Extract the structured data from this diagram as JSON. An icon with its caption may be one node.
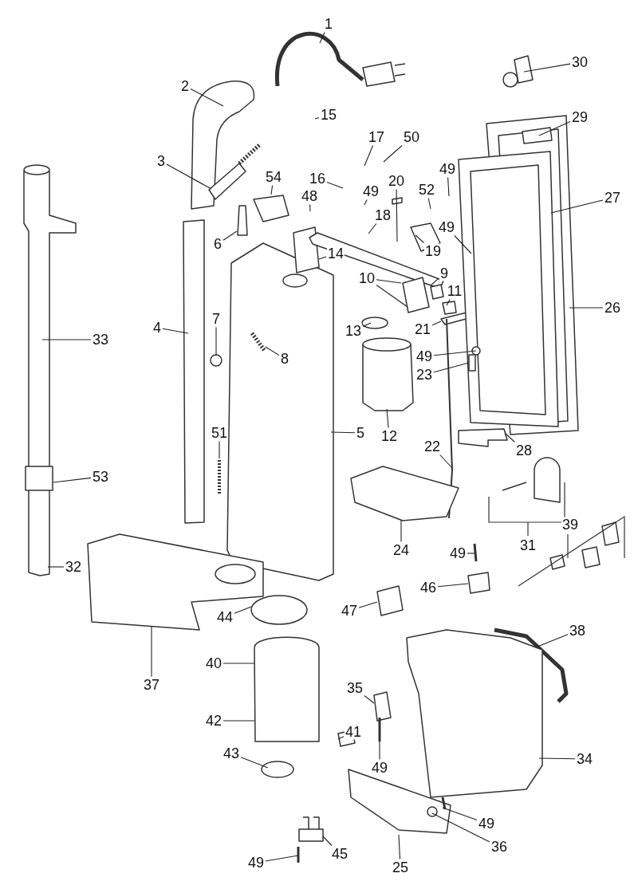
{
  "diagram": {
    "nodes": [
      {
        "text": [
          "1"
        ]
      },
      {
        "text": [
          "30"
        ]
      },
      {
        "text": [
          "2"
        ]
      },
      {
        "text": [
          "29"
        ]
      },
      {
        "text": [
          "15"
        ]
      },
      {
        "text": [
          "17"
        ]
      },
      {
        "text": [
          "50"
        ]
      },
      {
        "text": [
          "3"
        ]
      },
      {
        "text": [
          "16"
        ]
      },
      {
        "text": [
          "20"
        ]
      },
      {
        "text": [
          "54"
        ]
      },
      {
        "text": [
          "49"
        ]
      },
      {
        "text": [
          "52"
        ]
      },
      {
        "text": [
          "27"
        ]
      },
      {
        "text": [
          "48"
        ]
      },
      {
        "text": [
          "49"
        ]
      },
      {
        "text": [
          "18"
        ]
      },
      {
        "text": [
          "6"
        ]
      },
      {
        "text": [
          "19"
        ]
      },
      {
        "text": [
          "14"
        ]
      },
      {
        "text": [
          "49"
        ]
      },
      {
        "text": [
          "9"
        ]
      },
      {
        "text": [
          "10"
        ]
      },
      {
        "text": [
          "11"
        ]
      },
      {
        "text": [
          "4"
        ]
      },
      {
        "text": [
          "26"
        ]
      },
      {
        "text": [
          "7"
        ]
      },
      {
        "text": [
          "13"
        ]
      },
      {
        "text": [
          "21"
        ]
      },
      {
        "text": [
          "33"
        ]
      },
      {
        "text": [
          "49"
        ]
      },
      {
        "text": [
          "8"
        ]
      },
      {
        "text": [
          "23"
        ]
      },
      {
        "text": [
          "5"
        ]
      },
      {
        "text": [
          "12"
        ]
      },
      {
        "text": [
          "22"
        ]
      },
      {
        "text": [
          "28"
        ]
      },
      {
        "text": [
          "51"
        ]
      },
      {
        "text": [
          "53"
        ]
      },
      {
        "text": [
          "24"
        ]
      },
      {
        "text": [
          "32"
        ]
      },
      {
        "text": [
          "49"
        ]
      },
      {
        "text": [
          "46"
        ]
      },
      {
        "text": [
          "44"
        ]
      },
      {
        "text": [
          "47"
        ]
      },
      {
        "text": [
          "38"
        ]
      },
      {
        "text": [
          "40"
        ]
      },
      {
        "text": [
          "37"
        ]
      },
      {
        "text": [
          "35"
        ]
      },
      {
        "text": [
          "42"
        ]
      },
      {
        "text": [
          "41"
        ]
      },
      {
        "text": [
          "34"
        ]
      },
      {
        "text": [
          "43"
        ]
      },
      {
        "text": [
          "49"
        ]
      },
      {
        "text": [
          "49"
        ]
      },
      {
        "text": [
          "45"
        ]
      },
      {
        "text": [
          "49"
        ]
      },
      {
        "text": [
          "36"
        ]
      },
      {
        "text": [
          "25"
        ]
      },
      {
        "text": [
          "31"
        ]
      },
      {
        "text": [
          "39"
        ]
      }
    ],
    "edges": [
      {
        "from": 0,
        "to": null,
        "arrow": "none"
      },
      {
        "from": 1,
        "to": null,
        "arrow": "none"
      },
      {
        "from": 2,
        "to": null,
        "arrow": "none"
      },
      {
        "from": 3,
        "to": null,
        "arrow": "none"
      },
      {
        "from": 4,
        "to": null,
        "arrow": "none"
      },
      {
        "from": 5,
        "to": null,
        "arrow": "none"
      },
      {
        "from": 6,
        "to": null,
        "arrow": "none"
      },
      {
        "from": 7,
        "to": null,
        "arrow": "none"
      },
      {
        "from": 8,
        "to": null,
        "arrow": "none"
      },
      {
        "from": 9,
        "to": null,
        "arrow": "none"
      },
      {
        "from": 10,
        "to": null,
        "arrow": "none"
      },
      {
        "from": 11,
        "to": null,
        "arrow": "none"
      },
      {
        "from": 12,
        "to": null,
        "arrow": "none"
      },
      {
        "from": 13,
        "to": null,
        "arrow": "none"
      },
      {
        "from": 14,
        "to": null,
        "arrow": "none"
      },
      {
        "from": 15,
        "to": null,
        "arrow": "none"
      },
      {
        "from": 16,
        "to": null,
        "arrow": "none"
      },
      {
        "from": 17,
        "to": null,
        "arrow": "none"
      },
      {
        "from": 18,
        "to": null,
        "arrow": "none"
      },
      {
        "from": 19,
        "to": null,
        "arrow": "none"
      },
      {
        "from": 20,
        "to": null,
        "arrow": "none"
      },
      {
        "from": 21,
        "to": null,
        "arrow": "none"
      },
      {
        "from": 22,
        "to": null,
        "arrow": "none"
      },
      {
        "from": 22,
        "to": null,
        "arrow": "none"
      },
      {
        "from": 23,
        "to": null,
        "arrow": "none"
      },
      {
        "from": 24,
        "to": null,
        "arrow": "none"
      },
      {
        "from": 25,
        "to": null,
        "arrow": "none"
      },
      {
        "from": 26,
        "to": null,
        "arrow": "none"
      },
      {
        "from": 27,
        "to": null,
        "arrow": "none"
      },
      {
        "from": 28,
        "to": null,
        "arrow": "none"
      },
      {
        "from": 29,
        "to": null,
        "arrow": "none"
      },
      {
        "from": 30,
        "to": null,
        "arrow": "none"
      },
      {
        "from": 31,
        "to": null,
        "arrow": "none"
      },
      {
        "from": 32,
        "to": null,
        "arrow": "none"
      },
      {
        "from": 33,
        "to": null,
        "arrow": "none"
      },
      {
        "from": 34,
        "to": null,
        "arrow": "none"
      },
      {
        "from": 35,
        "to": null,
        "arrow": "none"
      },
      {
        "from": 36,
        "to": null,
        "arrow": "none"
      },
      {
        "from": 37,
        "to": null,
        "arrow": "none"
      },
      {
        "from": 38,
        "to": null,
        "arrow": "none"
      },
      {
        "from": 39,
        "to": null,
        "arrow": "none"
      },
      {
        "from": 40,
        "to": null,
        "arrow": "none"
      },
      {
        "from": 41,
        "to": null,
        "arrow": "none"
      },
      {
        "from": 42,
        "to": null,
        "arrow": "none"
      },
      {
        "from": 43,
        "to": null,
        "arrow": "none"
      },
      {
        "from": 44,
        "to": null,
        "arrow": "none"
      },
      {
        "from": 45,
        "to": null,
        "arrow": "none"
      },
      {
        "from": 46,
        "to": null,
        "arrow": "none"
      },
      {
        "from": 47,
        "to": null,
        "arrow": "none"
      },
      {
        "from": 48,
        "to": null,
        "arrow": "none"
      },
      {
        "from": 49,
        "to": null,
        "arrow": "none"
      },
      {
        "from": 50,
        "to": null,
        "arrow": "none"
      },
      {
        "from": 51,
        "to": null,
        "arrow": "none"
      },
      {
        "from": 52,
        "to": null,
        "arrow": "none"
      },
      {
        "from": 53,
        "to": null,
        "arrow": "none"
      },
      {
        "from": 54,
        "to": null,
        "arrow": "none"
      },
      {
        "from": 55,
        "to": null,
        "arrow": "none"
      },
      {
        "from": 56,
        "to": null,
        "arrow": "none"
      },
      {
        "from": 57,
        "to": null,
        "arrow": "none"
      },
      {
        "from": 58,
        "to": null,
        "arrow": "none"
      }
    ]
  }
}
